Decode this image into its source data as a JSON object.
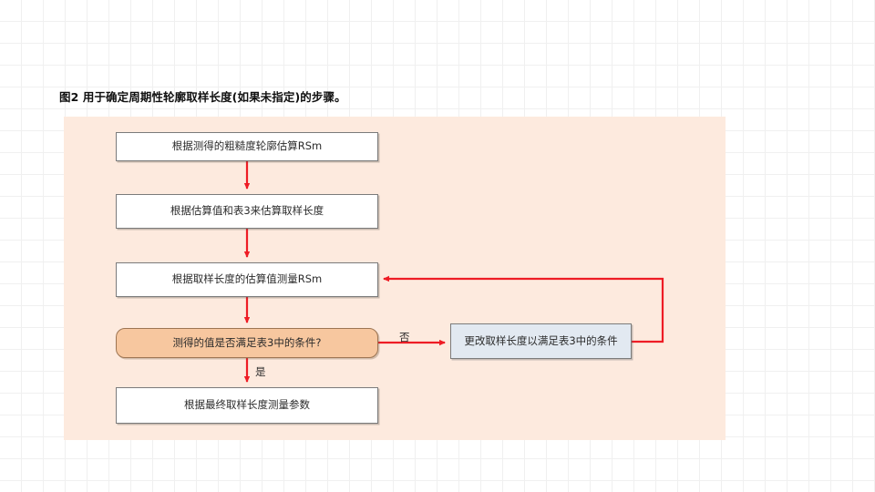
{
  "figure": {
    "caption": "图2 用于确定周期性轮廓取样长度(如果未指定)的步骤。",
    "panel_background": "#fdeade"
  },
  "colors": {
    "process_fill": "#ffffff",
    "process_border": "#7b7b7b",
    "decision_fill": "#f7c79f",
    "decision_border": "#9d7553",
    "action_fill": "#e2e9f1",
    "action_border": "#7b7b7b",
    "arrow": "#ee1c25",
    "text": "#2b2b2b",
    "grid_line": "#f0f0f0"
  },
  "flowchart": {
    "type": "flowchart",
    "nodes": [
      {
        "id": "estimate-rsm",
        "shape": "process",
        "label": "根据测得的粗糙度轮廓估算RSm"
      },
      {
        "id": "estimate-len",
        "shape": "process",
        "label": "根据估算值和表3来估算取样长度"
      },
      {
        "id": "measure-rsm",
        "shape": "process",
        "label": "根据取样长度的估算值测量RSm"
      },
      {
        "id": "condition",
        "shape": "decision",
        "label": "测得的值是否满足表3中的条件?"
      },
      {
        "id": "final-measure",
        "shape": "process",
        "label": "根据最终取样长度测量参数"
      },
      {
        "id": "change-len",
        "shape": "action",
        "label": "更改取样长度以满足表3中的条件"
      }
    ],
    "edges": [
      {
        "from": "estimate-rsm",
        "to": "estimate-len",
        "label": ""
      },
      {
        "from": "estimate-len",
        "to": "measure-rsm",
        "label": ""
      },
      {
        "from": "measure-rsm",
        "to": "condition",
        "label": ""
      },
      {
        "from": "condition",
        "to": "change-len",
        "label": "否"
      },
      {
        "from": "condition",
        "to": "final-measure",
        "label": "是"
      },
      {
        "from": "change-len",
        "to": "measure-rsm",
        "label": ""
      }
    ],
    "edge_labels": {
      "no": "否",
      "yes": "是"
    }
  }
}
